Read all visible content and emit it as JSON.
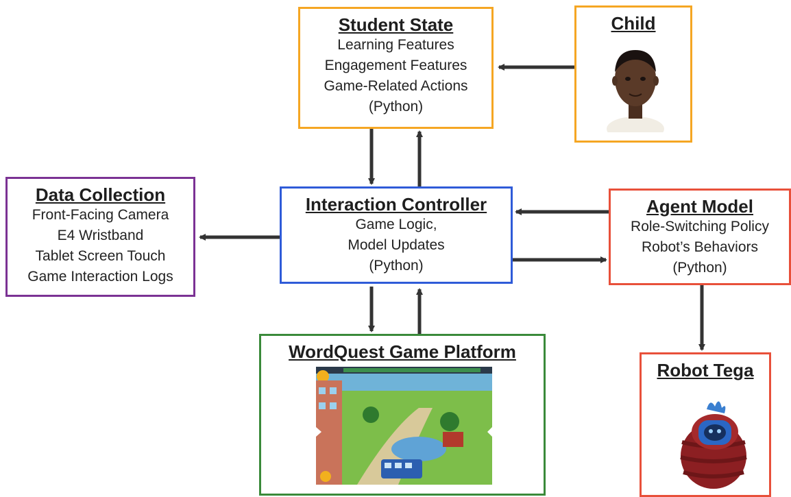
{
  "colors": {
    "student_state": "#f5a623",
    "child": "#f5a623",
    "data_collection": "#7b3294",
    "interaction_controller": "#2f5bd8",
    "agent_model": "#e8503a",
    "wordquest": "#3a8a3a",
    "robot_tega": "#e8503a",
    "arrow": "#333333"
  },
  "student_state": {
    "title": "Student State",
    "lines": [
      "Learning Features",
      "Engagement Features",
      "Game-Related Actions",
      "(Python)"
    ]
  },
  "child": {
    "title": "Child",
    "image_icon": "child-photo"
  },
  "data_collection": {
    "title": "Data Collection",
    "lines": [
      "Front-Facing Camera",
      "E4 Wristband",
      "Tablet Screen Touch",
      "Game Interaction Logs"
    ]
  },
  "interaction_controller": {
    "title": "Interaction Controller",
    "lines": [
      "Game Logic,",
      "Model Updates",
      "(Python)"
    ]
  },
  "agent_model": {
    "title": "Agent Model",
    "lines": [
      "Role-Switching Policy",
      "Robot’s Behaviors",
      "(Python)"
    ]
  },
  "wordquest": {
    "title": "WordQuest Game Platform",
    "image_icon": "game-screenshot"
  },
  "robot_tega": {
    "title": "Robot Tega",
    "image_icon": "robot-photo"
  }
}
